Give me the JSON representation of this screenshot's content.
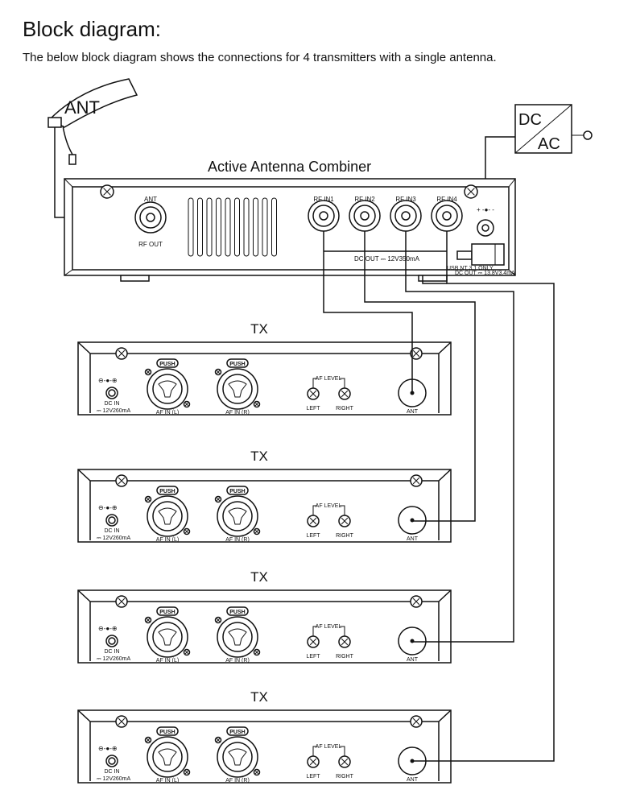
{
  "heading": "Block diagram:",
  "description": "The below block diagram shows the connections for 4 transmitters with a single antenna.",
  "antenna": {
    "label": "ANT"
  },
  "power_adapter": {
    "top": "DC",
    "bottom": "AC"
  },
  "combiner": {
    "title": "Active  Antenna Combiner",
    "ant_label": "ANT",
    "rf_out_label": "RF OUT",
    "inputs": [
      "RF IN1",
      "RF IN2",
      "RF IN3",
      "RF IN4"
    ],
    "dc_polarity": "+ -●- -",
    "dc_out_label": "DC OUT ⎓ 12V350mA",
    "usb_note": "USB NT 3.1 ONLY",
    "usb_dc_out": "DC OUT ⎓ 13.8V3.4mA"
  },
  "transmitters": [
    {
      "title": "TX"
    },
    {
      "title": "TX"
    },
    {
      "title": "TX"
    },
    {
      "title": "TX"
    }
  ],
  "tx_panel": {
    "dc_polarity": "⊖-●-⊕",
    "dc_in": "DC IN",
    "dc_rating": "⎓ 12V260mA",
    "push": "PUSH",
    "af_in_l": "AF IN (L)",
    "af_in_r": "AF IN (R)",
    "af_level": "AF LEVEL",
    "left": "LEFT",
    "right": "RIGHT",
    "ant": "ANT"
  }
}
